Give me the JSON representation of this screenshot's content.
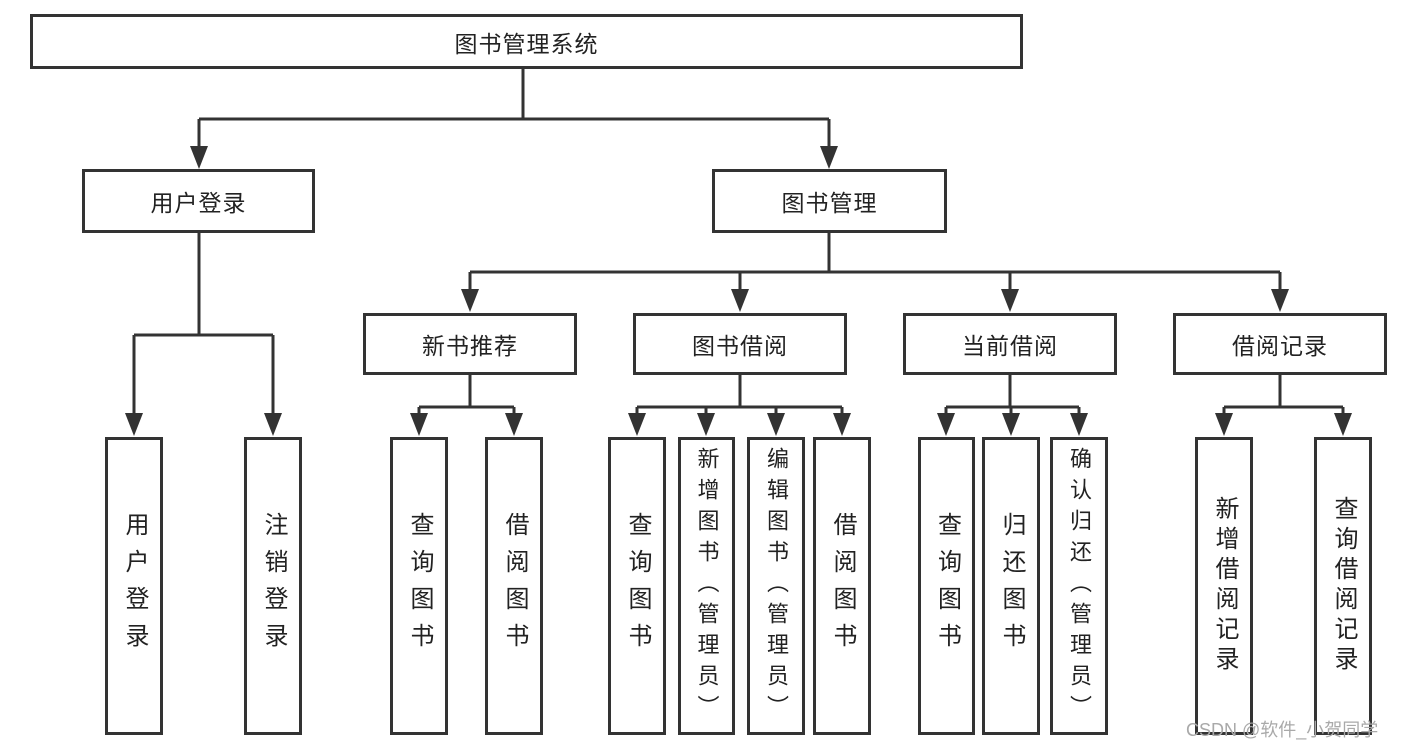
{
  "tree": {
    "label": "图书管理系统",
    "children": [
      {
        "label": "用户登录",
        "children": [
          {
            "label": "用户登录"
          },
          {
            "label": "注销登录"
          }
        ]
      },
      {
        "label": "图书管理",
        "children": [
          {
            "label": "新书推荐",
            "children": [
              {
                "label": "查询图书"
              },
              {
                "label": "借阅图书"
              }
            ]
          },
          {
            "label": "图书借阅",
            "children": [
              {
                "label": "查询图书"
              },
              {
                "label": "新增图书（管理员）"
              },
              {
                "label": "编辑图书（管理员）"
              },
              {
                "label": "借阅图书"
              }
            ]
          },
          {
            "label": "当前借阅",
            "children": [
              {
                "label": "查询图书"
              },
              {
                "label": "归还图书"
              },
              {
                "label": "确认归还（管理员）"
              }
            ]
          },
          {
            "label": "借阅记录",
            "children": [
              {
                "label": "新增借阅记录"
              },
              {
                "label": "查询借阅记录"
              }
            ]
          }
        ]
      }
    ]
  },
  "watermark": {
    "text": "CSDN @软件_小贺同学"
  },
  "colors": {
    "line": "#333333",
    "border": "#333333",
    "text": "#222222",
    "background": "#ffffff",
    "watermark": "#a9a9a9"
  }
}
